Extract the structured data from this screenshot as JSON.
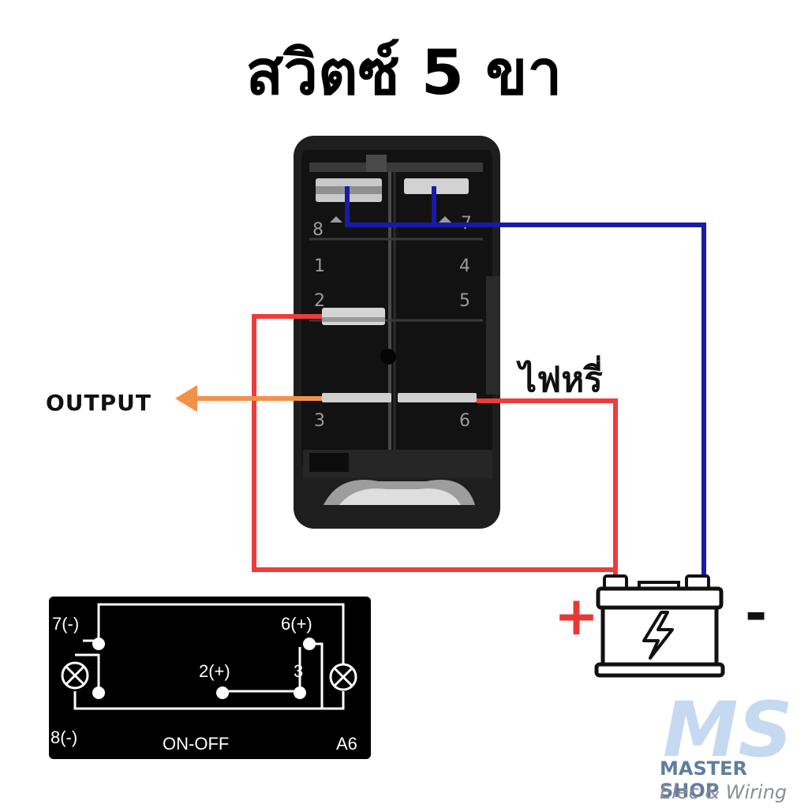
{
  "title": "สวิตซ์ 5 ขา",
  "output_label": "OUTPUT",
  "light_label": "ไฟหรี่",
  "battery": {
    "plus": "+",
    "minus": "-"
  },
  "switch_pins": [
    "8",
    "7",
    "1",
    "4",
    "2",
    "5",
    "3",
    "6"
  ],
  "schematic": {
    "pin7": "7(-)",
    "pin6": "6(+)",
    "pin2": "2(+)",
    "pin3": "3",
    "pin8": "8(-)",
    "mode": "ON-OFF",
    "model": "A6"
  },
  "brand": {
    "logo": "MS",
    "name": "MASTER SHOP",
    "tagline": "Elec & Wiring"
  },
  "colors": {
    "positive_wire": "#ef3b3b",
    "negative_wire": "#1a1aa6",
    "output_arrow": "#f4904a"
  }
}
